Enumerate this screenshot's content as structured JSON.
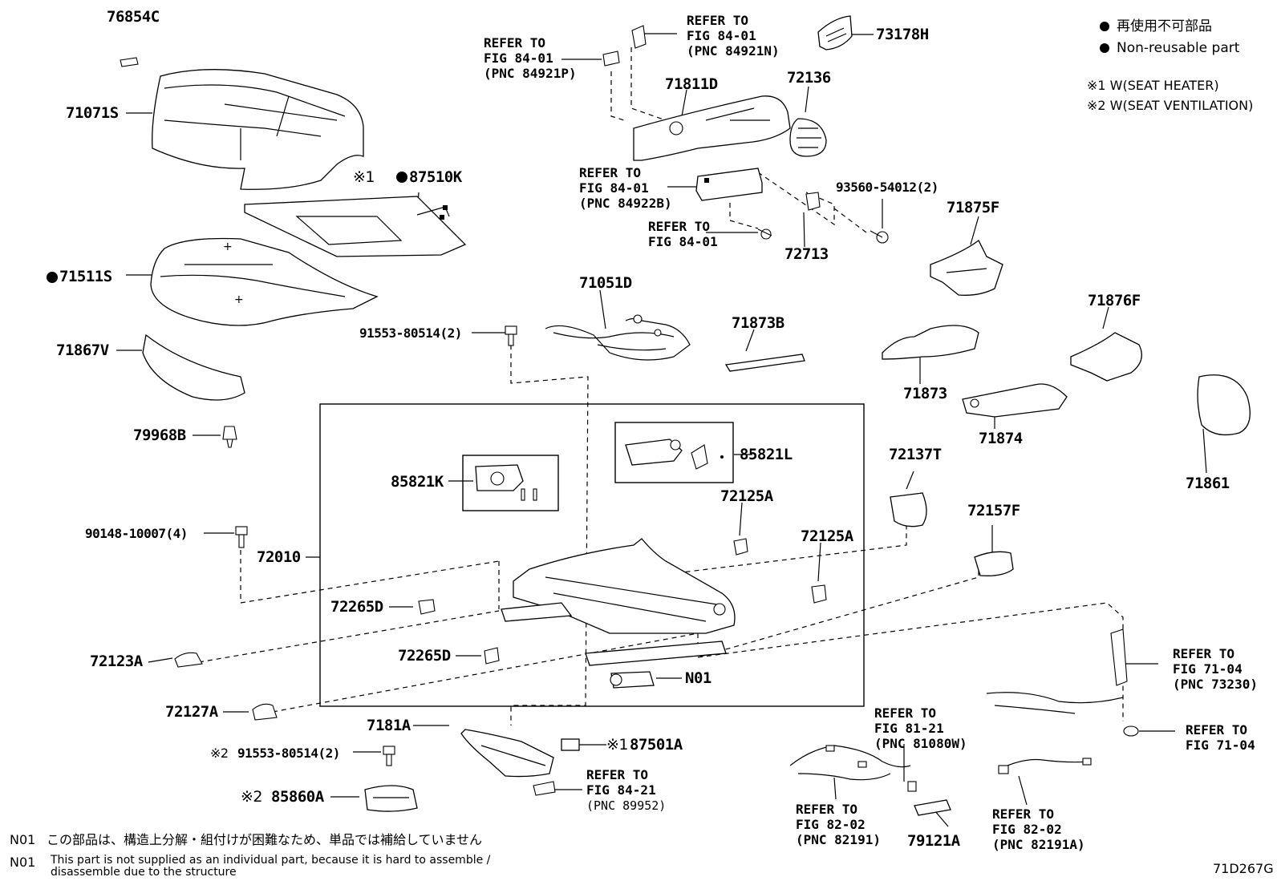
{
  "diagram_code": "71D267G",
  "legend": {
    "non_reusable_jp": "再使用不可部品",
    "non_reusable_en": "Non-reusable part",
    "note1": "※1  W(SEAT HEATER)",
    "note2": "※2  W(SEAT VENTILATION)"
  },
  "parts": {
    "p76854C": "76854C",
    "p71071S": "71071S",
    "p87510K": "87510K",
    "p87510K_prefix": "※1",
    "p71511S": "71511S",
    "p71867V": "71867V",
    "p79968B": "79968B",
    "p91553_1": "91553-80514(2)",
    "p71051D": "71051D",
    "p71811D": "71811D",
    "p72136": "72136",
    "p73178H": "73178H",
    "p93560": "93560-54012(2)",
    "p72713": "72713",
    "p71875F": "71875F",
    "p71873B": "71873B",
    "p71873": "71873",
    "p71876F": "71876F",
    "p71874": "71874",
    "p71861": "71861",
    "p85821K": "85821K",
    "p85821L": "85821L",
    "p72137T": "72137T",
    "p72125A_1": "72125A",
    "p72125A_2": "72125A",
    "p72157F": "72157F",
    "p90148": "90148-10007(4)",
    "p72010": "72010",
    "p72265D_1": "72265D",
    "p72265D_2": "72265D",
    "p72123A": "72123A",
    "p72127A": "72127A",
    "pN01": "N01",
    "p7181A": "7181A",
    "p87501A": "87501A",
    "p87501A_prefix": "※1",
    "p91553_2": "91553-80514(2)",
    "p91553_2_prefix": "※2",
    "p85860A": "85860A",
    "p85860A_prefix": "※2",
    "p79121A": "79121A"
  },
  "refs": {
    "r84921P": "REFER TO\nFIG 84-01\n(PNC 84921P)",
    "r84921N": "REFER TO\nFIG 84-01\n(PNC 84921N)",
    "r84922B": "REFER TO\nFIG 84-01\n(PNC 84922B)",
    "r8401": "REFER TO\nFIG 84-01",
    "r73230": "REFER TO\nFIG 71-04\n(PNC 73230)",
    "r7104": "REFER TO\nFIG 71-04",
    "r81080W": "REFER TO\nFIG 81-21\n(PNC 81080W)",
    "r89952_head": "REFER TO\nFIG 84-21",
    "r89952_pnc": "(PNC 89952)",
    "r82191": "REFER TO\nFIG 82-02\n(PNC 82191)",
    "r82191A": "REFER TO\nFIG 82-02\n(PNC 82191A)"
  },
  "notes": {
    "n01_label_1": "N01",
    "n01_jp": "この部品は、構造上分解・組付けが困難なため、単品では補給していません",
    "n01_label_2": "N01",
    "n01_en_1": "This part is not supplied as an individual part, because it is hard to assemble /",
    "n01_en_2": "disassemble due to the structure"
  }
}
